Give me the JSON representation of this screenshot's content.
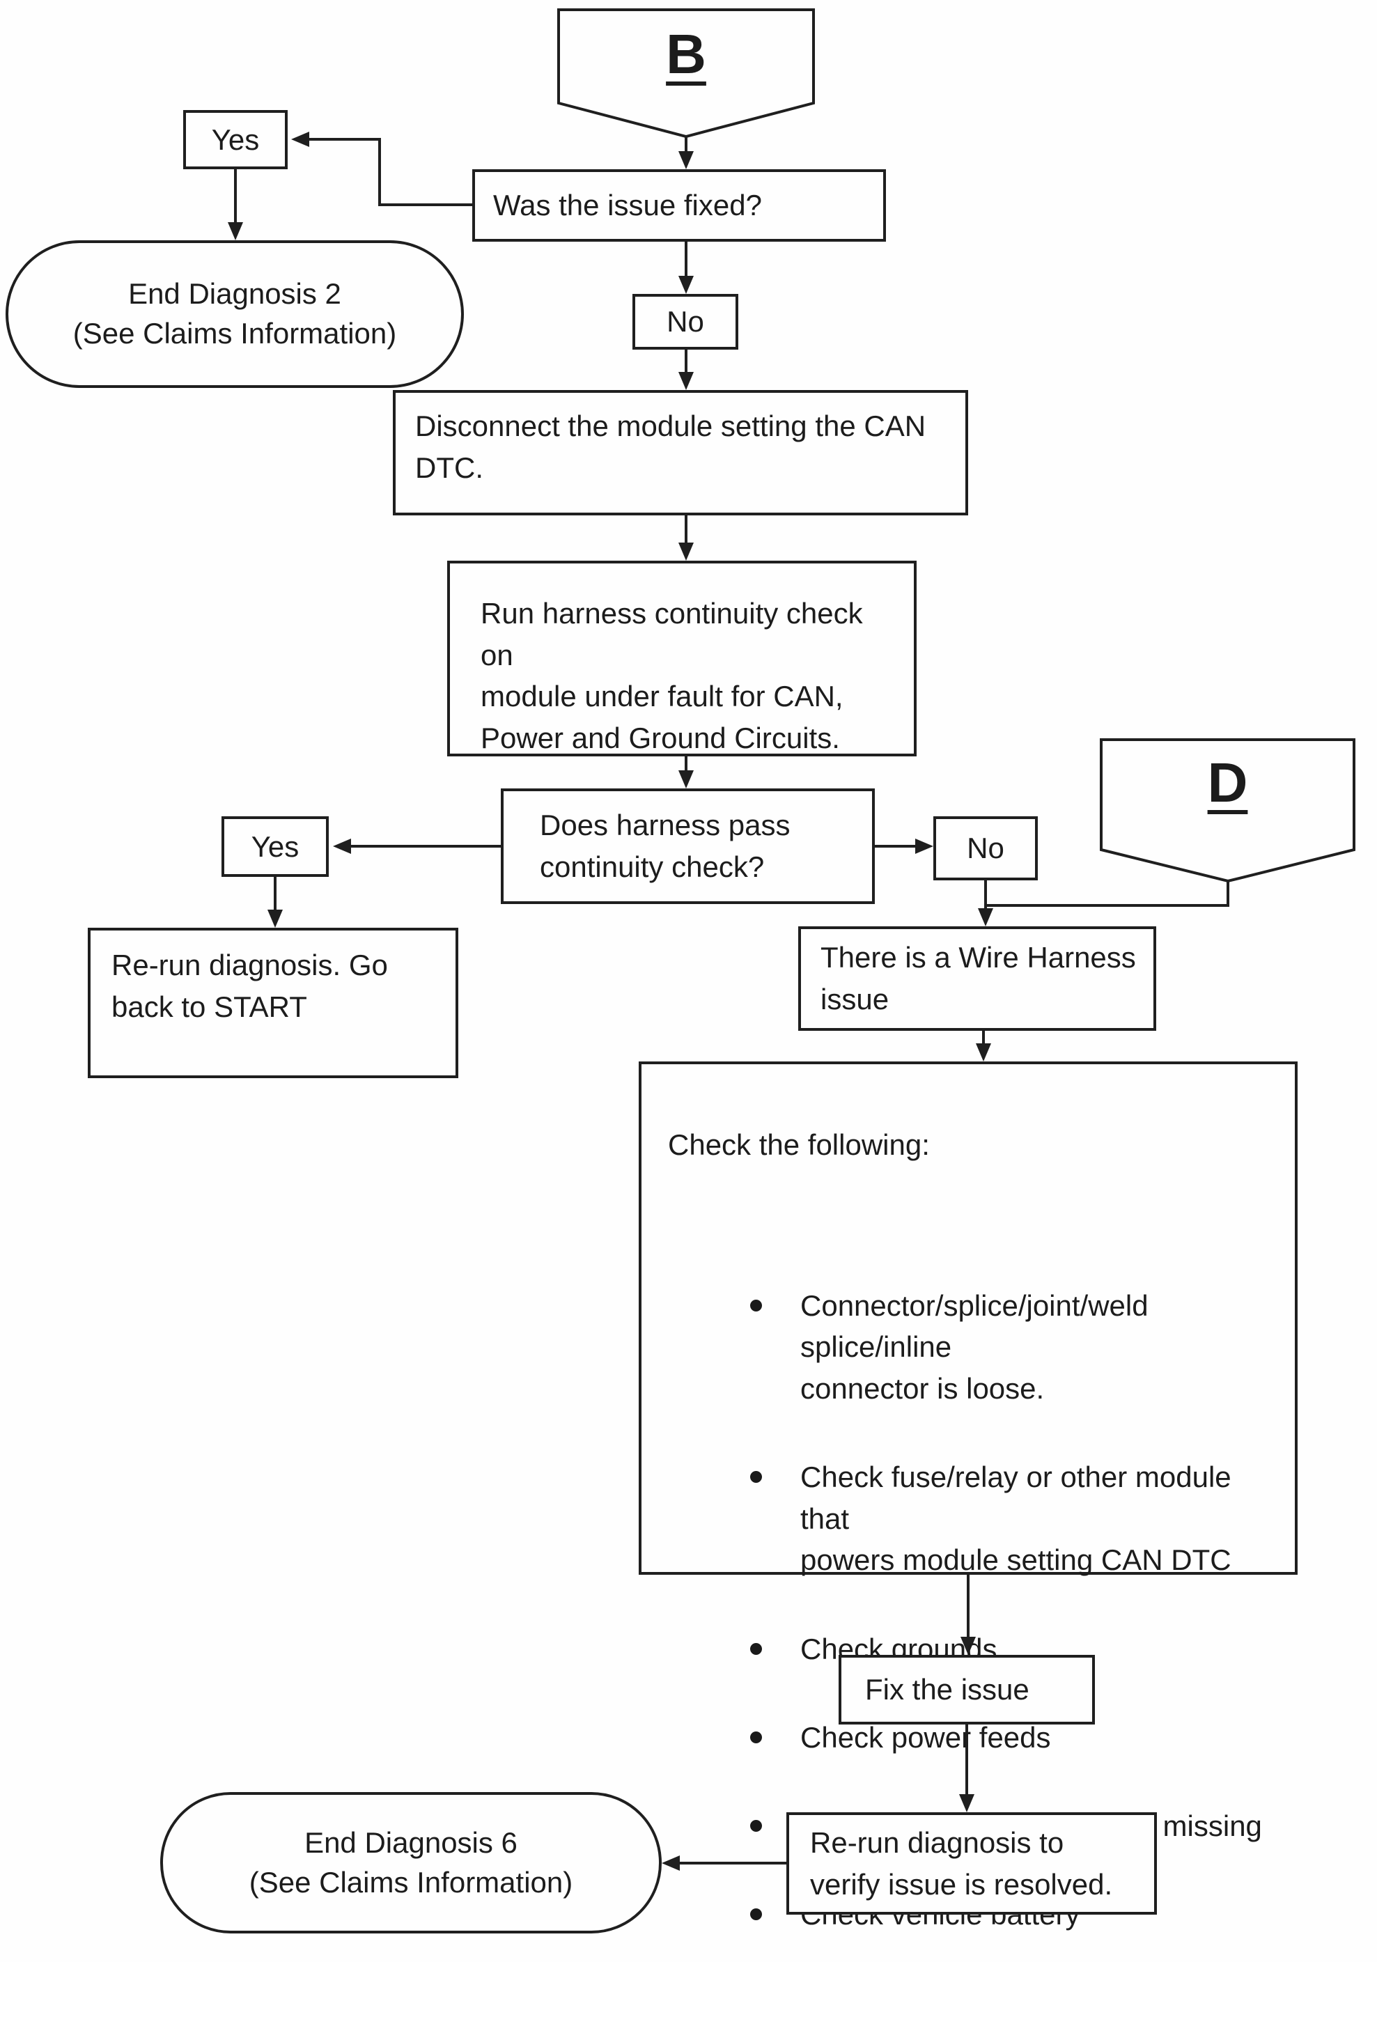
{
  "flowchart": {
    "connector_b": {
      "label": "B"
    },
    "was_fixed": {
      "text": "Was the issue fixed?"
    },
    "yes_top": {
      "label": "Yes"
    },
    "end_diagnosis_2": {
      "line1": "End Diagnosis 2",
      "line2": "(See Claims Information)"
    },
    "no_top": {
      "label": "No"
    },
    "disconnect": {
      "text": "Disconnect the module setting the CAN\nDTC."
    },
    "run_harness": {
      "text": "Run harness continuity check on\nmodule under fault for CAN,\nPower and Ground Circuits."
    },
    "does_pass": {
      "text": "Does harness pass\ncontinuity check?"
    },
    "yes_mid": {
      "label": "Yes"
    },
    "rerun_start": {
      "text": "Re-run diagnosis. Go\nback to START"
    },
    "no_mid": {
      "label": "No"
    },
    "connector_d": {
      "label": "D"
    },
    "wire_issue": {
      "text": "There is a Wire Harness\nissue"
    },
    "check": {
      "title": "Check the following:",
      "items": [
        "Connector/splice/joint/weld splice/inline\nconnector is loose.",
        "Check fuse/relay or other module that\npowers module setting CAN DTC",
        "Check grounds",
        "Check power feeds",
        "Gateway jumper harness is missing",
        "Check vehicle battery"
      ]
    },
    "fix": {
      "text": "Fix the issue"
    },
    "rerun_verify": {
      "text": "Re-run diagnosis to\nverify issue is resolved."
    },
    "end_diagnosis_6": {
      "line1": "End Diagnosis 6",
      "line2": "(See Claims Information)"
    }
  },
  "colors": {
    "stroke": "#1f1f1f",
    "text": "#1c1c1c",
    "background": "#fefefe"
  }
}
